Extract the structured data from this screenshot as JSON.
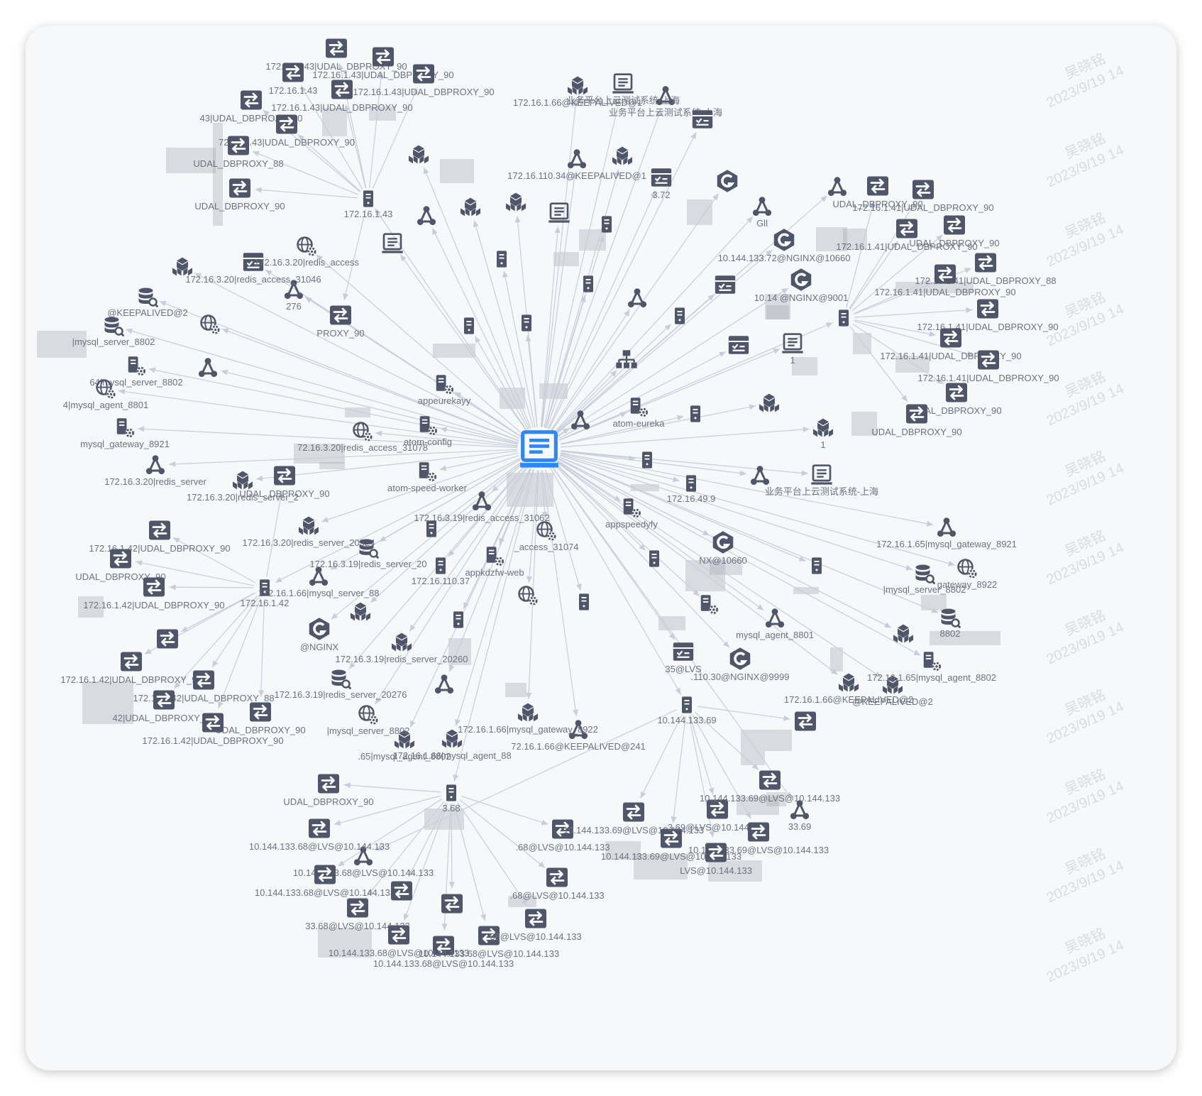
{
  "palette": {
    "canvas": "#f7f8fa",
    "node": "#4f5669",
    "edge": "#c6cedb",
    "center": "#2f86f6",
    "label": "#6b7280",
    "watermark": "#d9dbe0",
    "redaction": "#a3a6b0"
  },
  "watermark": {
    "name": "吴晓铭",
    "date": "2023/9/19 14"
  },
  "nodes": [
    {
      "icon": "service-center",
      "label": ""
    },
    {
      "icon": "switch",
      "label": "172.16.1.43|UDAL_DBPROXY_90"
    },
    {
      "icon": "switch",
      "label": "172.16.1.43|UDAL_DBPROXY_90"
    },
    {
      "icon": "switch",
      "label": "172.16.1.43|UDAL_DBPROXY_90"
    },
    {
      "icon": "switch",
      "label": "172.16.1.43|UDAL_DBPROXY_90"
    },
    {
      "icon": "switch",
      "label": "172.16.1.43"
    },
    {
      "icon": "switch",
      "label": "43|UDAL_DBPROXY_90"
    },
    {
      "icon": "switch",
      "label": "72.16.1.43|UDAL_DBPROXY_90"
    },
    {
      "icon": "switch",
      "label": "UDAL_DBPROXY_88"
    },
    {
      "icon": "switch",
      "label": "UDAL_DBPROXY_90"
    },
    {
      "icon": "switch",
      "label": "PROXY_90"
    },
    {
      "icon": "server",
      "label": "172.16.1.43"
    },
    {
      "icon": "server",
      "label": ""
    },
    {
      "icon": "server",
      "label": ""
    },
    {
      "icon": "server",
      "label": ""
    },
    {
      "icon": "server",
      "label": ""
    },
    {
      "icon": "server",
      "label": ""
    },
    {
      "icon": "server",
      "label": ""
    },
    {
      "icon": "server",
      "label": ""
    },
    {
      "icon": "server",
      "label": ""
    },
    {
      "icon": "server",
      "label": "172.16.49.9"
    },
    {
      "icon": "server",
      "label": ""
    },
    {
      "icon": "server",
      "label": "172.16.1.42"
    },
    {
      "icon": "server",
      "label": ""
    },
    {
      "icon": "server",
      "label": "172.16.110.37"
    },
    {
      "icon": "server",
      "label": ""
    },
    {
      "icon": "server",
      "label": ""
    },
    {
      "icon": "server",
      "label": ""
    },
    {
      "icon": "server",
      "label": ""
    },
    {
      "icon": "server",
      "label": "10.144.133.69"
    },
    {
      "icon": "server",
      "label": "3.68"
    },
    {
      "icon": "cluster",
      "label": ""
    },
    {
      "icon": "cluster",
      "label": "业务平台上云测试系统-上海"
    },
    {
      "icon": "cluster",
      "label": "172.16.110.34@KEEPALIVED@1"
    },
    {
      "icon": "cluster",
      "label": "276"
    },
    {
      "icon": "cluster",
      "label": ""
    },
    {
      "icon": "cluster",
      "label": ""
    },
    {
      "icon": "cluster",
      "label": ""
    },
    {
      "icon": "cluster",
      "label": "Gll"
    },
    {
      "icon": "cluster",
      "label": ""
    },
    {
      "icon": "cluster",
      "label": ""
    },
    {
      "icon": "cluster",
      "label": "172.16.1.66|mysql_server_88"
    },
    {
      "icon": "cluster",
      "label": "172.16.3.19|redis_access_31062"
    },
    {
      "icon": "cluster",
      "label": ""
    },
    {
      "icon": "cluster",
      "label": "172.16.1.65|mysql_gateway_8921"
    },
    {
      "icon": "cluster",
      "label": "mysql_agent_8801"
    },
    {
      "icon": "cluster",
      "label": "72.16.1.66@KEEPALIVED@241"
    },
    {
      "icon": "cluster",
      "label": "33.69"
    },
    {
      "icon": "cluster",
      "label": "10.144.133.68@LVS@10.144.133"
    },
    {
      "icon": "cluster",
      "label": "172.16.3.20|redis_server"
    },
    {
      "icon": "monitor",
      "label": "业务平台上云测试系统-上海"
    },
    {
      "icon": "monitor",
      "label": ""
    },
    {
      "icon": "monitor",
      "label": ""
    },
    {
      "icon": "monitor",
      "label": "1"
    },
    {
      "icon": "monitor",
      "label": "业务平台上云测试系统-上海"
    },
    {
      "icon": "nginx",
      "label": ""
    },
    {
      "icon": "nginx",
      "label": "10.144.133.72@NGINX@10660"
    },
    {
      "icon": "nginx",
      "label": "10.14 @NGINX@9001"
    },
    {
      "icon": "nginx",
      "label": "NX@10660"
    },
    {
      "icon": "nginx",
      "label": "@NGINX"
    },
    {
      "icon": "nginx",
      "label": ".110.30@NGINX@9999"
    },
    {
      "icon": "stack",
      "label": "172.16.1.66@KEEPALIVED@1"
    },
    {
      "icon": "stack",
      "label": ""
    },
    {
      "icon": "stack",
      "label": ""
    },
    {
      "icon": "stack",
      "label": ""
    },
    {
      "icon": "stack",
      "label": ""
    },
    {
      "icon": "stack",
      "label": ""
    },
    {
      "icon": "stack",
      "label": ""
    },
    {
      "icon": "stack",
      "label": "1"
    },
    {
      "icon": "stack",
      "label": "172.16.3.20|redis_server_2"
    },
    {
      "icon": "stack",
      "label": "172.16.3.20|redis_server_20324"
    },
    {
      "icon": "stack",
      "label": "172.16.3.19|redis_server_20260"
    },
    {
      "icon": "stack",
      "label": ""
    },
    {
      "icon": "stack",
      "label": "172.16.1.66|mysql_gateway_8922"
    },
    {
      "icon": "stack",
      "label": ".65|mysql_agent_8802"
    },
    {
      "icon": "stack",
      "label": "@KEEPALIVED@2"
    },
    {
      "icon": "stack",
      "label": ""
    },
    {
      "icon": "stack",
      "label": "172.16.1.66@KEEPALIVED@2"
    },
    {
      "icon": "stack",
      "label": "172.16.1.66|mysql_agent_88"
    },
    {
      "icon": "rack",
      "label": "172.16.3.20|redis_access_31046"
    },
    {
      "icon": "rack",
      "label": ""
    },
    {
      "icon": "rack",
      "label": "3.72"
    },
    {
      "icon": "rack",
      "label": ""
    },
    {
      "icon": "rack",
      "label": ""
    },
    {
      "icon": "rack",
      "label": "35@LVS"
    },
    {
      "icon": "appserver",
      "label": "atom-eureka"
    },
    {
      "icon": "appserver",
      "label": "appeurekayy"
    },
    {
      "icon": "appserver",
      "label": "atom-config"
    },
    {
      "icon": "appserver",
      "label": "atom-speed-worker"
    },
    {
      "icon": "appserver",
      "label": "appspeedyfy"
    },
    {
      "icon": "appserver",
      "label": "appkdzfw-web"
    },
    {
      "icon": "appserver",
      "label": "64|mysql_server_8802"
    },
    {
      "icon": "appserver",
      "label": "mysql_gateway_8921"
    },
    {
      "icon": "appserver",
      "label": ""
    },
    {
      "icon": "appserver",
      "label": "172.16.1.65|mysql_agent_8802"
    },
    {
      "icon": "globe",
      "label": "172.16.3.20|redis_access"
    },
    {
      "icon": "globe",
      "label": "4|mysql_agent_8801"
    },
    {
      "icon": "globe",
      "label": "72.16.3.20|redis_access_31078"
    },
    {
      "icon": "globe",
      "label": "_access_31074"
    },
    {
      "icon": "globe",
      "label": ""
    },
    {
      "icon": "globe",
      "label": ""
    },
    {
      "icon": "globe",
      "label": "gateway_8922"
    },
    {
      "icon": "globe",
      "label": "|mysql_server_8802"
    },
    {
      "icon": "database",
      "label": "@KEEPALIVED@2"
    },
    {
      "icon": "database",
      "label": "|mysql_server_8802"
    },
    {
      "icon": "database",
      "label": "172.16.3.19|redis_server_20"
    },
    {
      "icon": "database",
      "label": "8802"
    },
    {
      "icon": "database",
      "label": "|mysql_server_8802"
    },
    {
      "icon": "database",
      "label": "172.16.3.19|redis_server_20276"
    },
    {
      "icon": "hierarchy",
      "label": ""
    },
    {
      "icon": "switch",
      "label": "UDAL_DBPROXY_90"
    },
    {
      "icon": "switch",
      "label": "172.16.1.41|UDAL_DBPROXY_90"
    },
    {
      "icon": "switch",
      "label": "172.16.1.41|UDAL_DBPROXY_90"
    },
    {
      "icon": "switch",
      "label": "172.16.1.41|UDAL_DBPROXY_88"
    },
    {
      "icon": "switch",
      "label": "172.16.1.41|UDAL_DBPROXY_90"
    },
    {
      "icon": "switch",
      "label": "172.16.1.41|UDAL_DBPROXY_90"
    },
    {
      "icon": "switch",
      "label": "UDAL_DBPROXY_90"
    },
    {
      "icon": "switch",
      "label": "172.16.1.41|UDAL_DBPROXY_90"
    },
    {
      "icon": "switch",
      "label": "172.16.1.41|UDAL_DBPROXY_90"
    },
    {
      "icon": "switch",
      "label": "UDAL_DBPROXY_90"
    },
    {
      "icon": "switch",
      "label": "UDAL_DBPROXY_90"
    },
    {
      "icon": "switch",
      "label": "172.16.1.42|UDAL_DBPROXY_90"
    },
    {
      "icon": "switch",
      "label": "UDAL_DBPROXY_90"
    },
    {
      "icon": "switch",
      "label": "172.16.1.42|UDAL_DBPROXY_90"
    },
    {
      "icon": "switch",
      "label": ""
    },
    {
      "icon": "switch",
      "label": "172.16.1.42|UDAL_DBPROXY_90"
    },
    {
      "icon": "switch",
      "label": "172.16.1.42|UDAL_DBPROXY_88"
    },
    {
      "icon": "switch",
      "label": "42|UDAL_DBPROXY_90"
    },
    {
      "icon": "switch",
      "label": "UDAL_DBPROXY_90"
    },
    {
      "icon": "switch",
      "label": "172.16.1.42|UDAL_DBPROXY_90"
    },
    {
      "icon": "switch",
      "label": "UDAL_DBPROXY_90"
    },
    {
      "icon": "switch",
      "label": "UDAL_DBPROXY_90"
    },
    {
      "icon": "switch",
      "label": "10.144.133.68@LVS@10.144.133"
    },
    {
      "icon": "switch",
      "label": "10.144.133.68@LVS@10.144.133"
    },
    {
      "icon": "switch",
      "label": ""
    },
    {
      "icon": "switch",
      "label": "33.68@LVS@10.144.133"
    },
    {
      "icon": "switch",
      "label": ""
    },
    {
      "icon": "switch",
      "label": "10.144.133.68@LVS@10.144.133"
    },
    {
      "icon": "switch",
      "label": "10.144.133.68@LVS@10.144.133"
    },
    {
      "icon": "switch",
      "label": "10.144.133.68@LVS@10.144.133"
    },
    {
      "icon": "switch",
      "label": "68@LVS@10.144.133"
    },
    {
      "icon": "switch",
      "label": ".68@LVS@10.144.133"
    },
    {
      "icon": "switch",
      "label": ".68@LVS@10.144.133"
    },
    {
      "icon": "switch",
      "label": "10.144.133.69@LVS@10.144.133"
    },
    {
      "icon": "switch",
      "label": "10.144.133.69@LVS@10.144.133"
    },
    {
      "icon": "switch",
      "label": "3.69@LVS@10.144.133"
    },
    {
      "icon": "switch",
      "label": "10.144.133.69@LVS@10.144.133"
    },
    {
      "icon": "switch",
      "label": "LVS@10.144.133"
    },
    {
      "icon": "switch",
      "label": "10.144.133.69@LVS@10.144.133"
    },
    {
      "icon": "switch",
      "label": ""
    }
  ]
}
